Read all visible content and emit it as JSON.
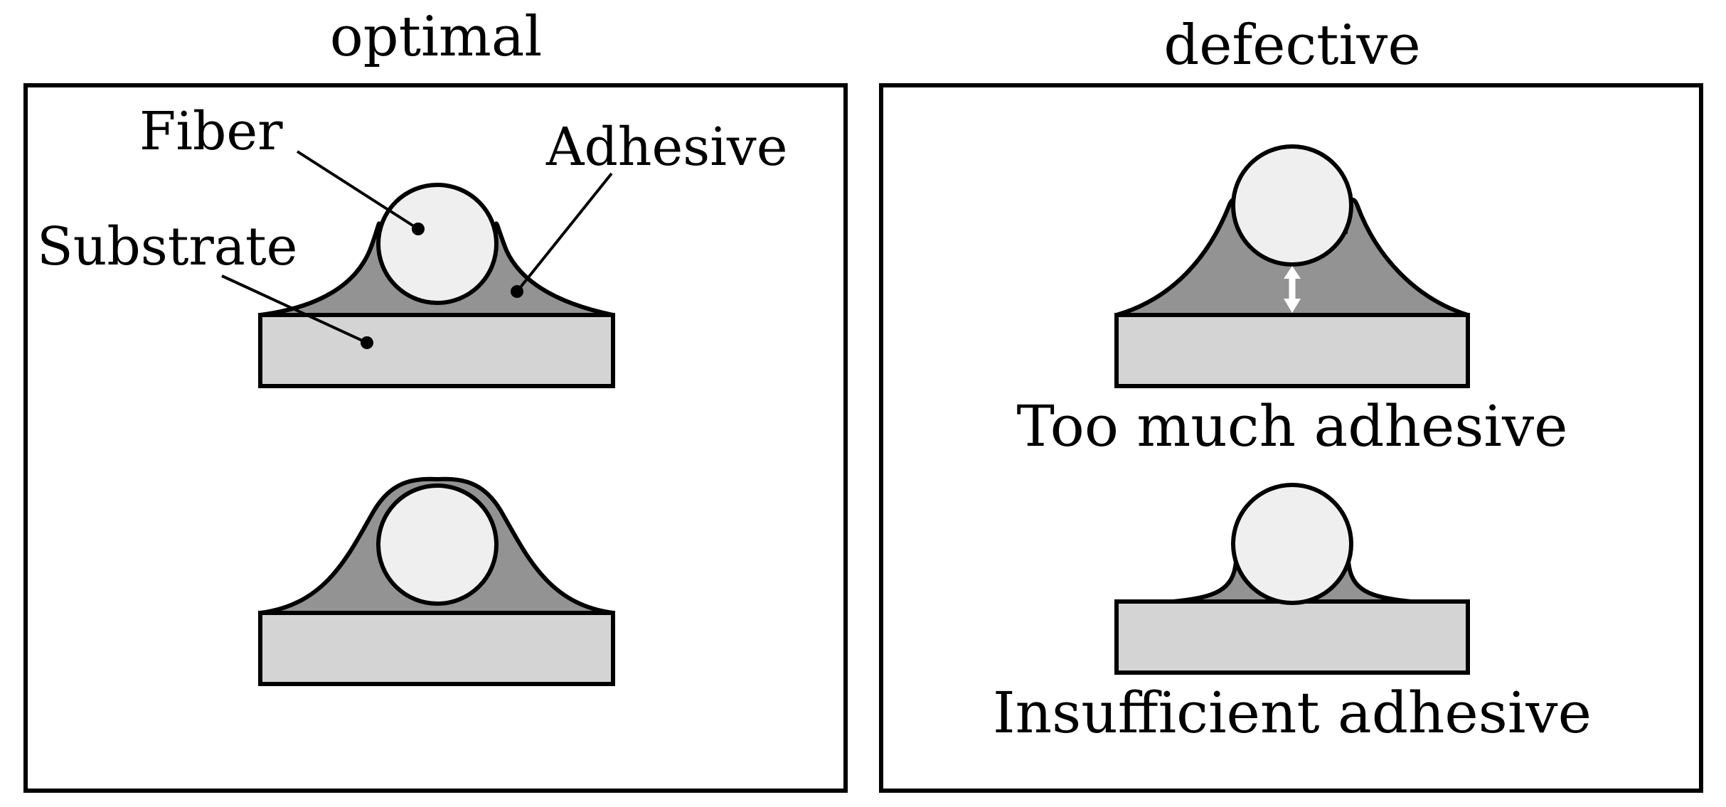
{
  "panels": {
    "optimal": {
      "title": "optimal",
      "labels": {
        "fiber": "Fiber",
        "adhesive": "Adhesive",
        "substrate": "Substrate"
      }
    },
    "defective": {
      "title": "defective",
      "captions": {
        "too_much": "Too much adhesive",
        "insufficient": "Insufficient adhesive"
      }
    }
  },
  "colors": {
    "fiber_fill": "#efefef",
    "adhesive_fill": "#939393",
    "substrate_fill": "#d4d4d4",
    "outline": "#000000",
    "gap_arrow": "#ffffff"
  }
}
